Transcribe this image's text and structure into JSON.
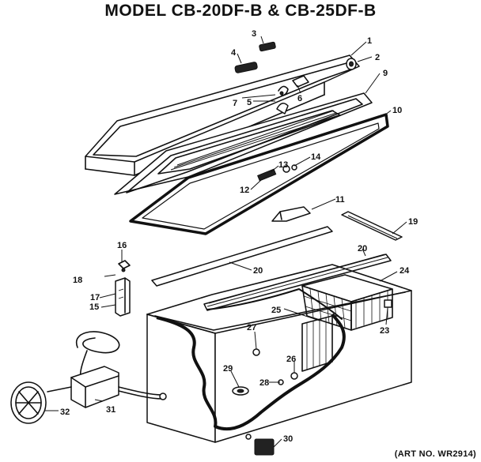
{
  "header": {
    "title": "MODEL CB-20DF-B & CB-25DF-B",
    "top_fragment": "..."
  },
  "footer": {
    "art_no": "(ART NO. WR2914)"
  },
  "callouts": [
    {
      "id": "c1",
      "label": "1"
    },
    {
      "id": "c2",
      "label": "2"
    },
    {
      "id": "c3",
      "label": "3"
    },
    {
      "id": "c4",
      "label": "4"
    },
    {
      "id": "c5",
      "label": "5"
    },
    {
      "id": "c6",
      "label": "6"
    },
    {
      "id": "c7",
      "label": "7"
    },
    {
      "id": "c9",
      "label": "9"
    },
    {
      "id": "c10",
      "label": "10"
    },
    {
      "id": "c11",
      "label": "11"
    },
    {
      "id": "c12",
      "label": "12"
    },
    {
      "id": "c13",
      "label": "13"
    },
    {
      "id": "c14",
      "label": "14"
    },
    {
      "id": "c15",
      "label": "15"
    },
    {
      "id": "c16",
      "label": "16"
    },
    {
      "id": "c17",
      "label": "17"
    },
    {
      "id": "c18",
      "label": "18"
    },
    {
      "id": "c19",
      "label": "19"
    },
    {
      "id": "c20a",
      "label": "20"
    },
    {
      "id": "c20b",
      "label": "20"
    },
    {
      "id": "c23",
      "label": "23"
    },
    {
      "id": "c24",
      "label": "24"
    },
    {
      "id": "c25",
      "label": "25"
    },
    {
      "id": "c26",
      "label": "26"
    },
    {
      "id": "c27",
      "label": "27"
    },
    {
      "id": "c28",
      "label": "28"
    },
    {
      "id": "c29",
      "label": "29"
    },
    {
      "id": "c30",
      "label": "30"
    },
    {
      "id": "c31",
      "label": "31"
    },
    {
      "id": "c32",
      "label": "32"
    }
  ]
}
